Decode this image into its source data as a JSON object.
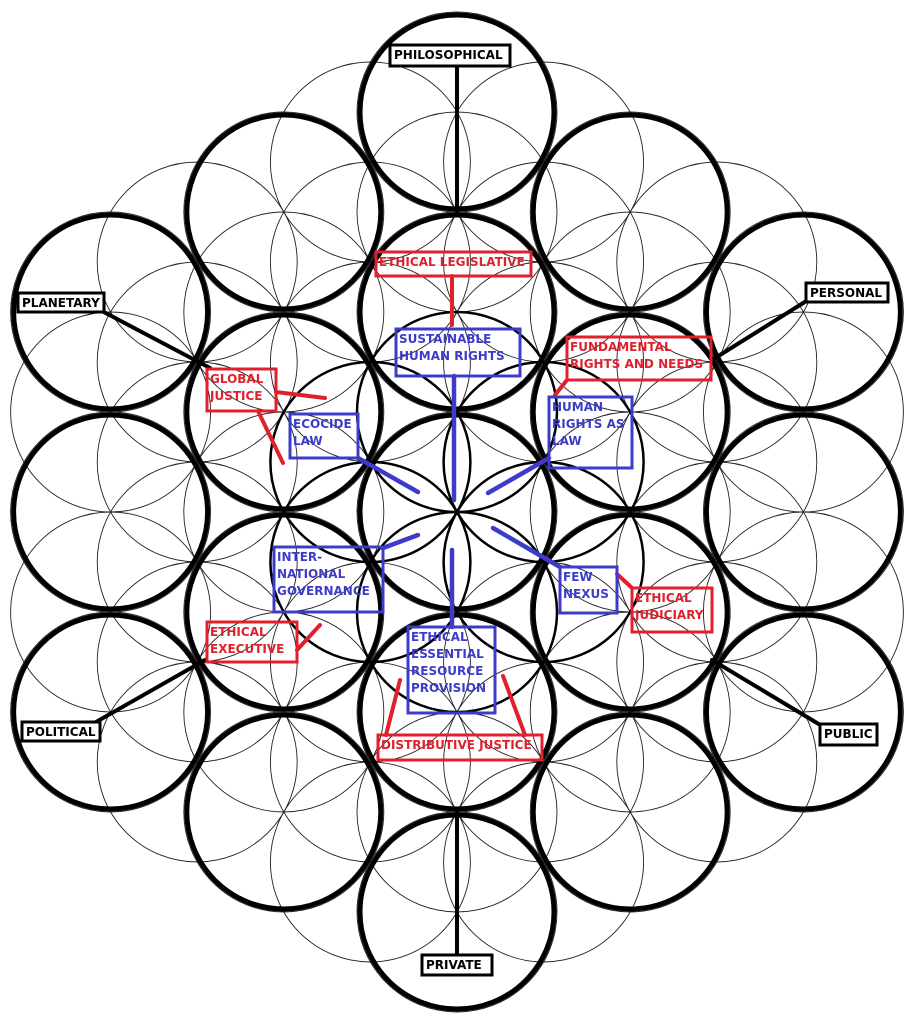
{
  "colors": {
    "black": "#000000",
    "red": "#e0202c",
    "blue": "#3c3cc8"
  },
  "dimensions": [
    {
      "id": "philosophical",
      "lines": [
        "PHILOSOPHICAL"
      ]
    },
    {
      "id": "planetary",
      "lines": [
        "PLANETARY"
      ]
    },
    {
      "id": "personal",
      "lines": [
        "PERSONAL"
      ]
    },
    {
      "id": "political",
      "lines": [
        "POLITICAL"
      ]
    },
    {
      "id": "public",
      "lines": [
        "PUBLIC"
      ]
    },
    {
      "id": "private",
      "lines": [
        "PRIVATE"
      ]
    }
  ],
  "principles": [
    {
      "id": "ethical-legislative",
      "lines": [
        "ETHICAL LEGISLATIVE"
      ]
    },
    {
      "id": "fundamental-rights-and-needs",
      "lines": [
        "FUNDAMENTAL",
        "RIGHTS AND NEEDS"
      ]
    },
    {
      "id": "global-justice",
      "lines": [
        "GLOBAL",
        "JUSTICE"
      ]
    },
    {
      "id": "ethical-executive",
      "lines": [
        "ETHICAL",
        "EXECUTIVE"
      ]
    },
    {
      "id": "ethical-judiciary",
      "lines": [
        "ETHICAL",
        "JUDICIARY"
      ]
    },
    {
      "id": "distributive-justice",
      "lines": [
        "DISTRIBUTIVE JUSTICE"
      ]
    }
  ],
  "mechanisms": [
    {
      "id": "sustainable-human-rights",
      "lines": [
        "SUSTAINABLE",
        "HUMAN RIGHTS"
      ]
    },
    {
      "id": "ecocide-law",
      "lines": [
        "ECOCIDE",
        "LAW"
      ]
    },
    {
      "id": "human-rights-as-law",
      "lines": [
        "HUMAN",
        "RIGHTS AS",
        "LAW"
      ]
    },
    {
      "id": "international-governance",
      "lines": [
        "INTER-",
        "NATIONAL",
        "GOVERNANCE"
      ]
    },
    {
      "id": "few-nexus",
      "lines": [
        "FEW",
        "NEXUS"
      ]
    },
    {
      "id": "ethical-essential-resource-provision",
      "lines": [
        "ETHICAL",
        "ESSENTIAL",
        "RESOURCE",
        "PROVISION"
      ]
    }
  ]
}
